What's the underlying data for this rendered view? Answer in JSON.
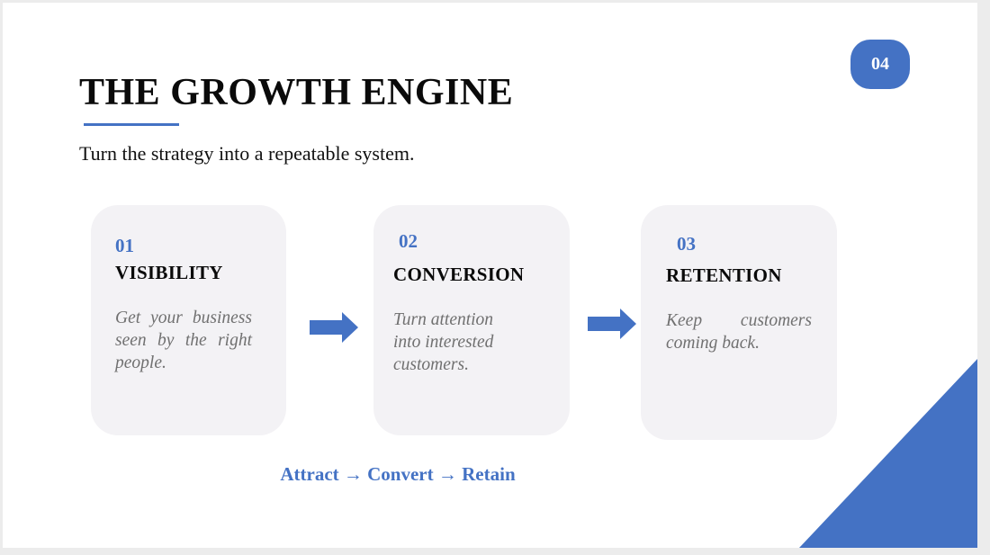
{
  "slide": {
    "title": "THE GROWTH ENGINE",
    "subtitle": "Turn the strategy into a repeatable system.",
    "page_number": "04",
    "flow": "Attract → Convert → Retain",
    "accent_color": "#4472c4",
    "card_background": "#f3f2f5"
  },
  "steps": [
    {
      "number": "01",
      "title": "VISIBILITY",
      "description": "Get your business seen by the right people."
    },
    {
      "number": "02",
      "title": "CONVERSION",
      "description": "Turn attention into interested customers."
    },
    {
      "number": "03",
      "title": "RETENTION",
      "description": "Keep customers coming back."
    }
  ],
  "icons": {
    "step_arrow": "right-arrow-icon",
    "corner": "decorative-triangle"
  }
}
